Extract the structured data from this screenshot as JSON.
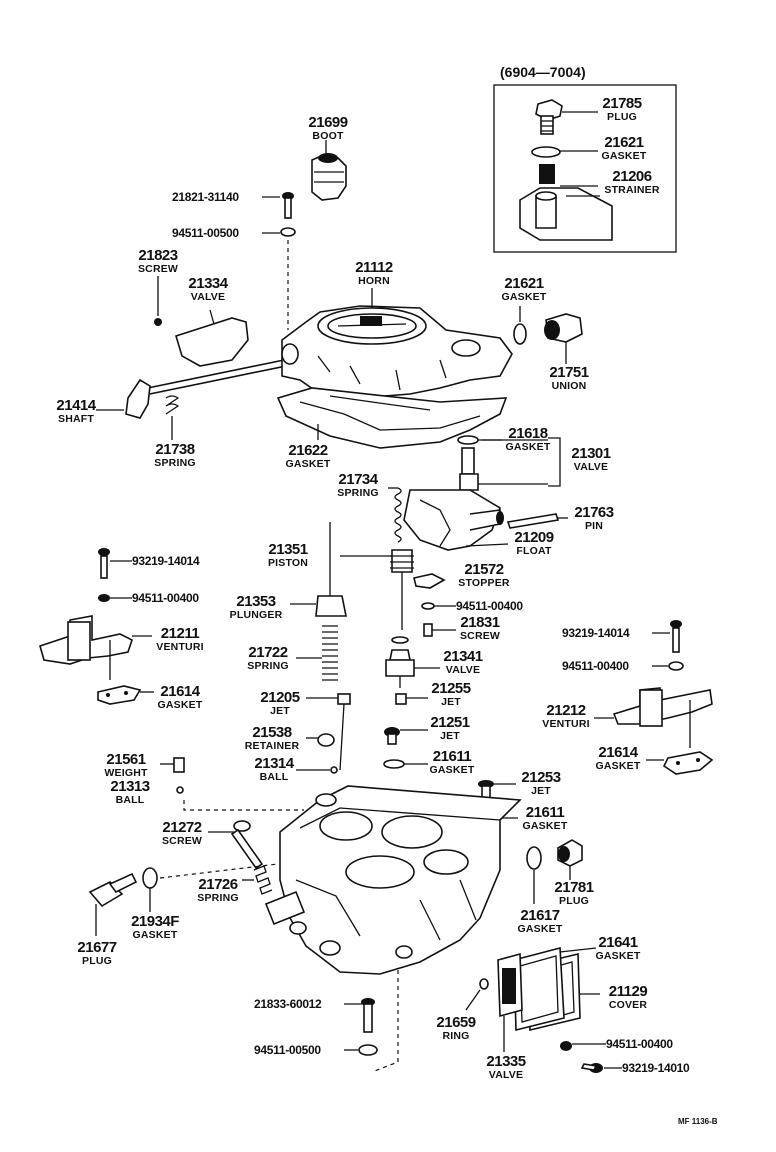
{
  "diagram": {
    "range_label": "(6904—7004)",
    "figure_code": "MF 1136-B",
    "parts": [
      {
        "id": "p21785",
        "number": "21785",
        "name": "PLUG"
      },
      {
        "id": "p21621a",
        "number": "21621",
        "name": "GASKET"
      },
      {
        "id": "p21206",
        "number": "21206",
        "name": "STRAINER"
      },
      {
        "id": "p21699",
        "number": "21699",
        "name": "BOOT"
      },
      {
        "id": "p2182131140",
        "number": "21821-31140",
        "name": ""
      },
      {
        "id": "p9451100500a",
        "number": "94511-00500",
        "name": ""
      },
      {
        "id": "p21823",
        "number": "21823",
        "name": "SCREW"
      },
      {
        "id": "p21334",
        "number": "21334",
        "name": "VALVE"
      },
      {
        "id": "p21112",
        "number": "21112",
        "name": "HORN"
      },
      {
        "id": "p21621b",
        "number": "21621",
        "name": "GASKET"
      },
      {
        "id": "p21751",
        "number": "21751",
        "name": "UNION"
      },
      {
        "id": "p21414",
        "number": "21414",
        "name": "SHAFT"
      },
      {
        "id": "p21738",
        "number": "21738",
        "name": "SPRING"
      },
      {
        "id": "p21622",
        "number": "21622",
        "name": "GASKET"
      },
      {
        "id": "p21618",
        "number": "21618",
        "name": "GASKET"
      },
      {
        "id": "p21301",
        "number": "21301",
        "name": "VALVE"
      },
      {
        "id": "p21734",
        "number": "21734",
        "name": "SPRING"
      },
      {
        "id": "p21763",
        "number": "21763",
        "name": "PIN"
      },
      {
        "id": "p21351",
        "number": "21351",
        "name": "PISTON"
      },
      {
        "id": "p21209",
        "number": "21209",
        "name": "FLOAT"
      },
      {
        "id": "p9321914014a",
        "number": "93219-14014",
        "name": ""
      },
      {
        "id": "p21572",
        "number": "21572",
        "name": "STOPPER"
      },
      {
        "id": "p9451100400a",
        "number": "94511-00400",
        "name": ""
      },
      {
        "id": "p21353",
        "number": "21353",
        "name": "PLUNGER"
      },
      {
        "id": "p9451100400b",
        "number": "94511-00400",
        "name": ""
      },
      {
        "id": "p21831",
        "number": "21831",
        "name": "SCREW"
      },
      {
        "id": "p9321914014b",
        "number": "93219-14014",
        "name": ""
      },
      {
        "id": "p21211",
        "number": "21211",
        "name": "VENTURI"
      },
      {
        "id": "p21722",
        "number": "21722",
        "name": "SPRING"
      },
      {
        "id": "p21341",
        "number": "21341",
        "name": "VALVE"
      },
      {
        "id": "p9451100400c",
        "number": "94511-00400",
        "name": ""
      },
      {
        "id": "p21614a",
        "number": "21614",
        "name": "GASKET"
      },
      {
        "id": "p21205",
        "number": "21205",
        "name": "JET"
      },
      {
        "id": "p21255",
        "number": "21255",
        "name": "JET"
      },
      {
        "id": "p21212",
        "number": "21212",
        "name": "VENTURI"
      },
      {
        "id": "p21538",
        "number": "21538",
        "name": "RETAINER"
      },
      {
        "id": "p21251",
        "number": "21251",
        "name": "JET"
      },
      {
        "id": "p21614b",
        "number": "21614",
        "name": "GASKET"
      },
      {
        "id": "p21561",
        "number": "21561",
        "name": "WEIGHT"
      },
      {
        "id": "p21314",
        "number": "21314",
        "name": "BALL"
      },
      {
        "id": "p21611a",
        "number": "21611",
        "name": "GASKET"
      },
      {
        "id": "p21313",
        "number": "21313",
        "name": "BALL"
      },
      {
        "id": "p21253",
        "number": "21253",
        "name": "JET"
      },
      {
        "id": "p21611b",
        "number": "21611",
        "name": "GASKET"
      },
      {
        "id": "p21272",
        "number": "21272",
        "name": "SCREW"
      },
      {
        "id": "p21781",
        "number": "21781",
        "name": "PLUG"
      },
      {
        "id": "p21726",
        "number": "21726",
        "name": "SPRING"
      },
      {
        "id": "p21934f",
        "number": "21934F",
        "name": "GASKET"
      },
      {
        "id": "p21617",
        "number": "21617",
        "name": "GASKET"
      },
      {
        "id": "p21677",
        "number": "21677",
        "name": "PLUG"
      },
      {
        "id": "p21641",
        "number": "21641",
        "name": "GASKET"
      },
      {
        "id": "p21129",
        "number": "21129",
        "name": "COVER"
      },
      {
        "id": "p2183360012",
        "number": "21833-60012",
        "name": ""
      },
      {
        "id": "p21659",
        "number": "21659",
        "name": "RING"
      },
      {
        "id": "p9451100400d",
        "number": "94511-00400",
        "name": ""
      },
      {
        "id": "p9451100500b",
        "number": "94511-00500",
        "name": ""
      },
      {
        "id": "p21335",
        "number": "21335",
        "name": "VALVE"
      },
      {
        "id": "p9321914010",
        "number": "93219-14010",
        "name": ""
      }
    ]
  }
}
